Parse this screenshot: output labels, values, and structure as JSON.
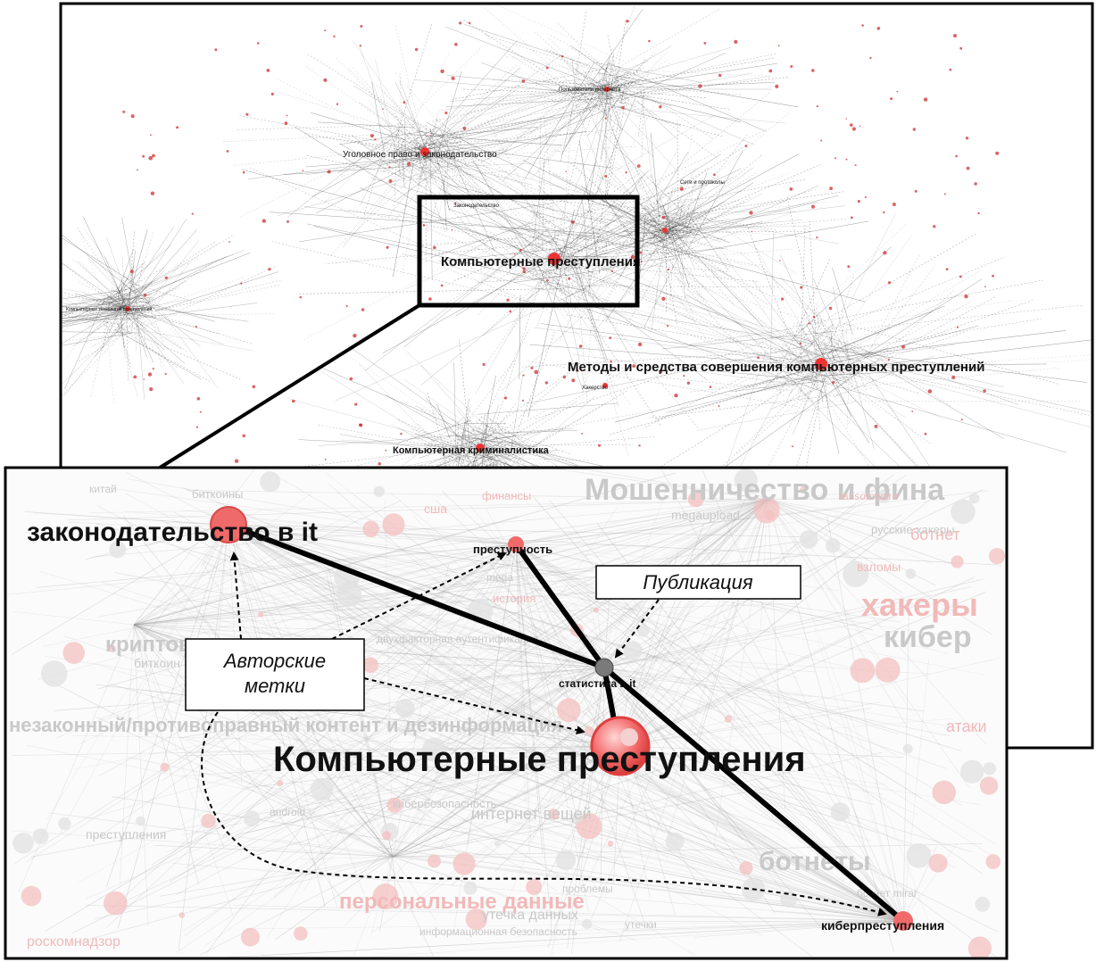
{
  "overview": {
    "labels": {
      "criminal_law": "Уголовное право и законодательство",
      "computer_crimes": "Компьютерные преступления",
      "methods": "Методы и средства совершения компьютерных преступлений",
      "forensics": "Компьютерная криминалистика",
      "left_hub": "Компьютерные технологии преступлений",
      "top_hub": "Пользователи интернета",
      "right_small": "Сети и протоколы",
      "bottom_small": "Хакерство",
      "center_small": "Законодательство"
    }
  },
  "detail": {
    "nodes": {
      "legislation": "законодательство в it",
      "crime_rate": "преступность",
      "stats": "статистика в it",
      "computer_crimes": "Компьютерные преступления",
      "cybercrimes": "киберпреступления"
    },
    "callouts": {
      "publication": "Публикация",
      "author_tags_line1": "Авторские",
      "author_tags_line2": "метки"
    },
    "background_words": [
      "Мошенничество и фина",
      "хакеры",
      "кибер",
      "незаконный/противоправный контент и дезинформация",
      "финансы",
      "биткоины",
      "китай",
      "сша",
      "криптовалюты",
      "биткоин",
      "ботнет",
      "русские хакеры",
      "интернет вещей",
      "персональные данные",
      "утечка данных",
      "проблемы",
      "роскомнадзор",
      "ботнеты",
      "преступления",
      "атаки",
      "двухфакторная аутентификация",
      "android",
      "история",
      "mega",
      "megaupload",
      "взломы",
      "кибербезопасность",
      "информационная безопасность",
      "ransomware",
      "утечки",
      "ботнет mirai"
    ]
  },
  "colors": {
    "node_red": "#f06a6a",
    "node_grey": "#7a7a7a",
    "frame": "#000000"
  }
}
